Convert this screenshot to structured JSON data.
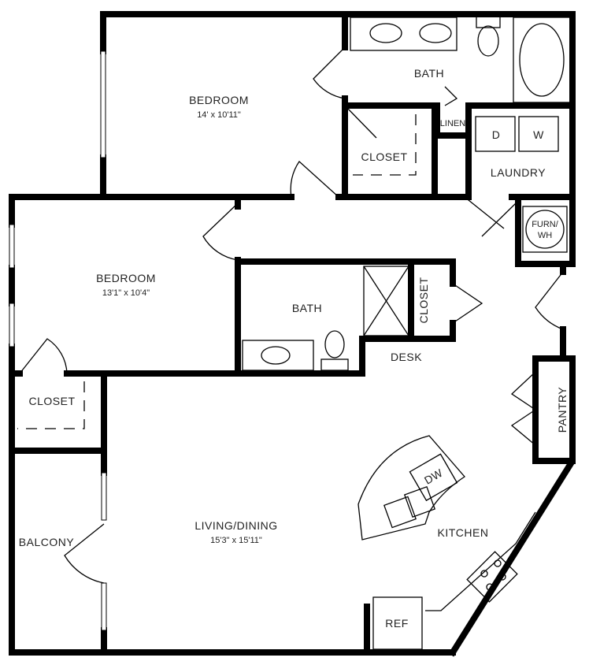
{
  "rooms": {
    "bedroom1": {
      "label": "BEDROOM",
      "size": "14' x 10'11\""
    },
    "bedroom2": {
      "label": "BEDROOM",
      "size": "13'1\" x 10'4\""
    },
    "bath1": "BATH",
    "bath2": "BATH",
    "closet1": "CLOSET",
    "closet2": "CLOSET",
    "closet3": "CLOSET",
    "linen": "LINEN",
    "laundry": "LAUNDRY",
    "dryer": "D",
    "washer": "W",
    "furn_wh": [
      "FURN/",
      "WH"
    ],
    "desk": "DESK",
    "pantry": "PANTRY",
    "dw": "DW",
    "kitchen": "KITCHEN",
    "ref": "REF",
    "balcony": "BALCONY",
    "living": {
      "label": "LIVING/DINING",
      "size": "15'3\" x 15'11\""
    }
  }
}
